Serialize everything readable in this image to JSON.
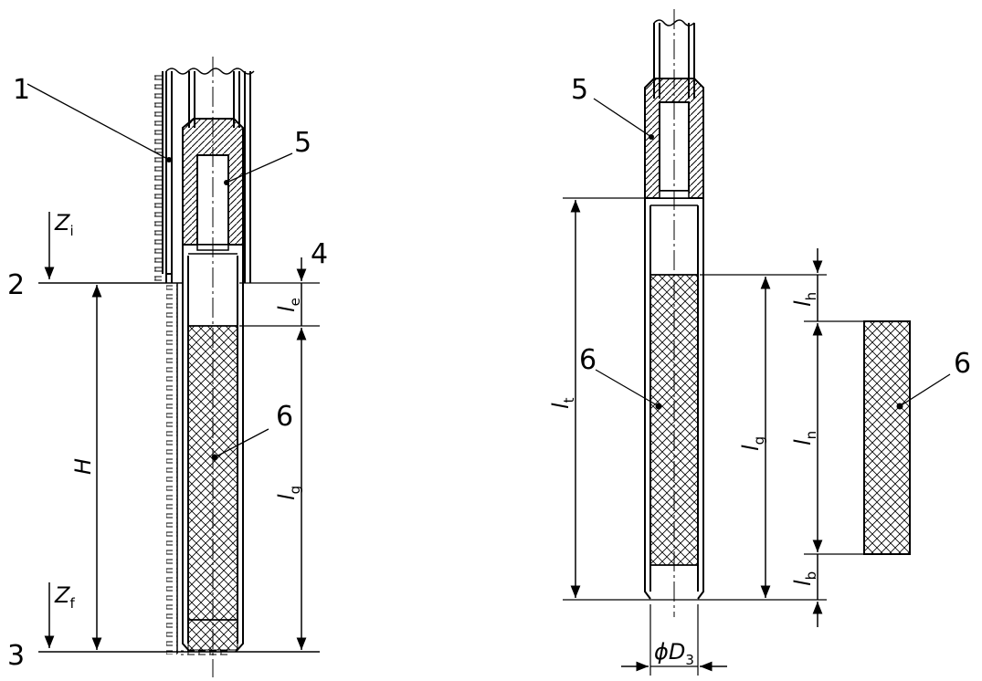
{
  "numbers": {
    "n1": "1",
    "n2": "2",
    "n3": "3",
    "n4": "4",
    "n5_left": "5",
    "n5_right": "5",
    "n6_left": "6",
    "n6_mid": "6",
    "n6_right": "6"
  },
  "dimensions": {
    "zi": {
      "main": "Z",
      "sub": "i"
    },
    "zf": {
      "main": "Z",
      "sub": "f"
    },
    "H": "H",
    "le": {
      "main": "l",
      "sub": "e"
    },
    "lg_left": {
      "main": "l",
      "sub": "g"
    },
    "lt": {
      "main": "l",
      "sub": "t"
    },
    "lg_right": {
      "main": "l",
      "sub": "g"
    },
    "lh": {
      "main": "l",
      "sub": "h"
    },
    "ln": {
      "main": "l",
      "sub": "n"
    },
    "lb": {
      "main": "l",
      "sub": "b"
    },
    "d3": {
      "main": "ϕD",
      "sub": "3"
    }
  }
}
